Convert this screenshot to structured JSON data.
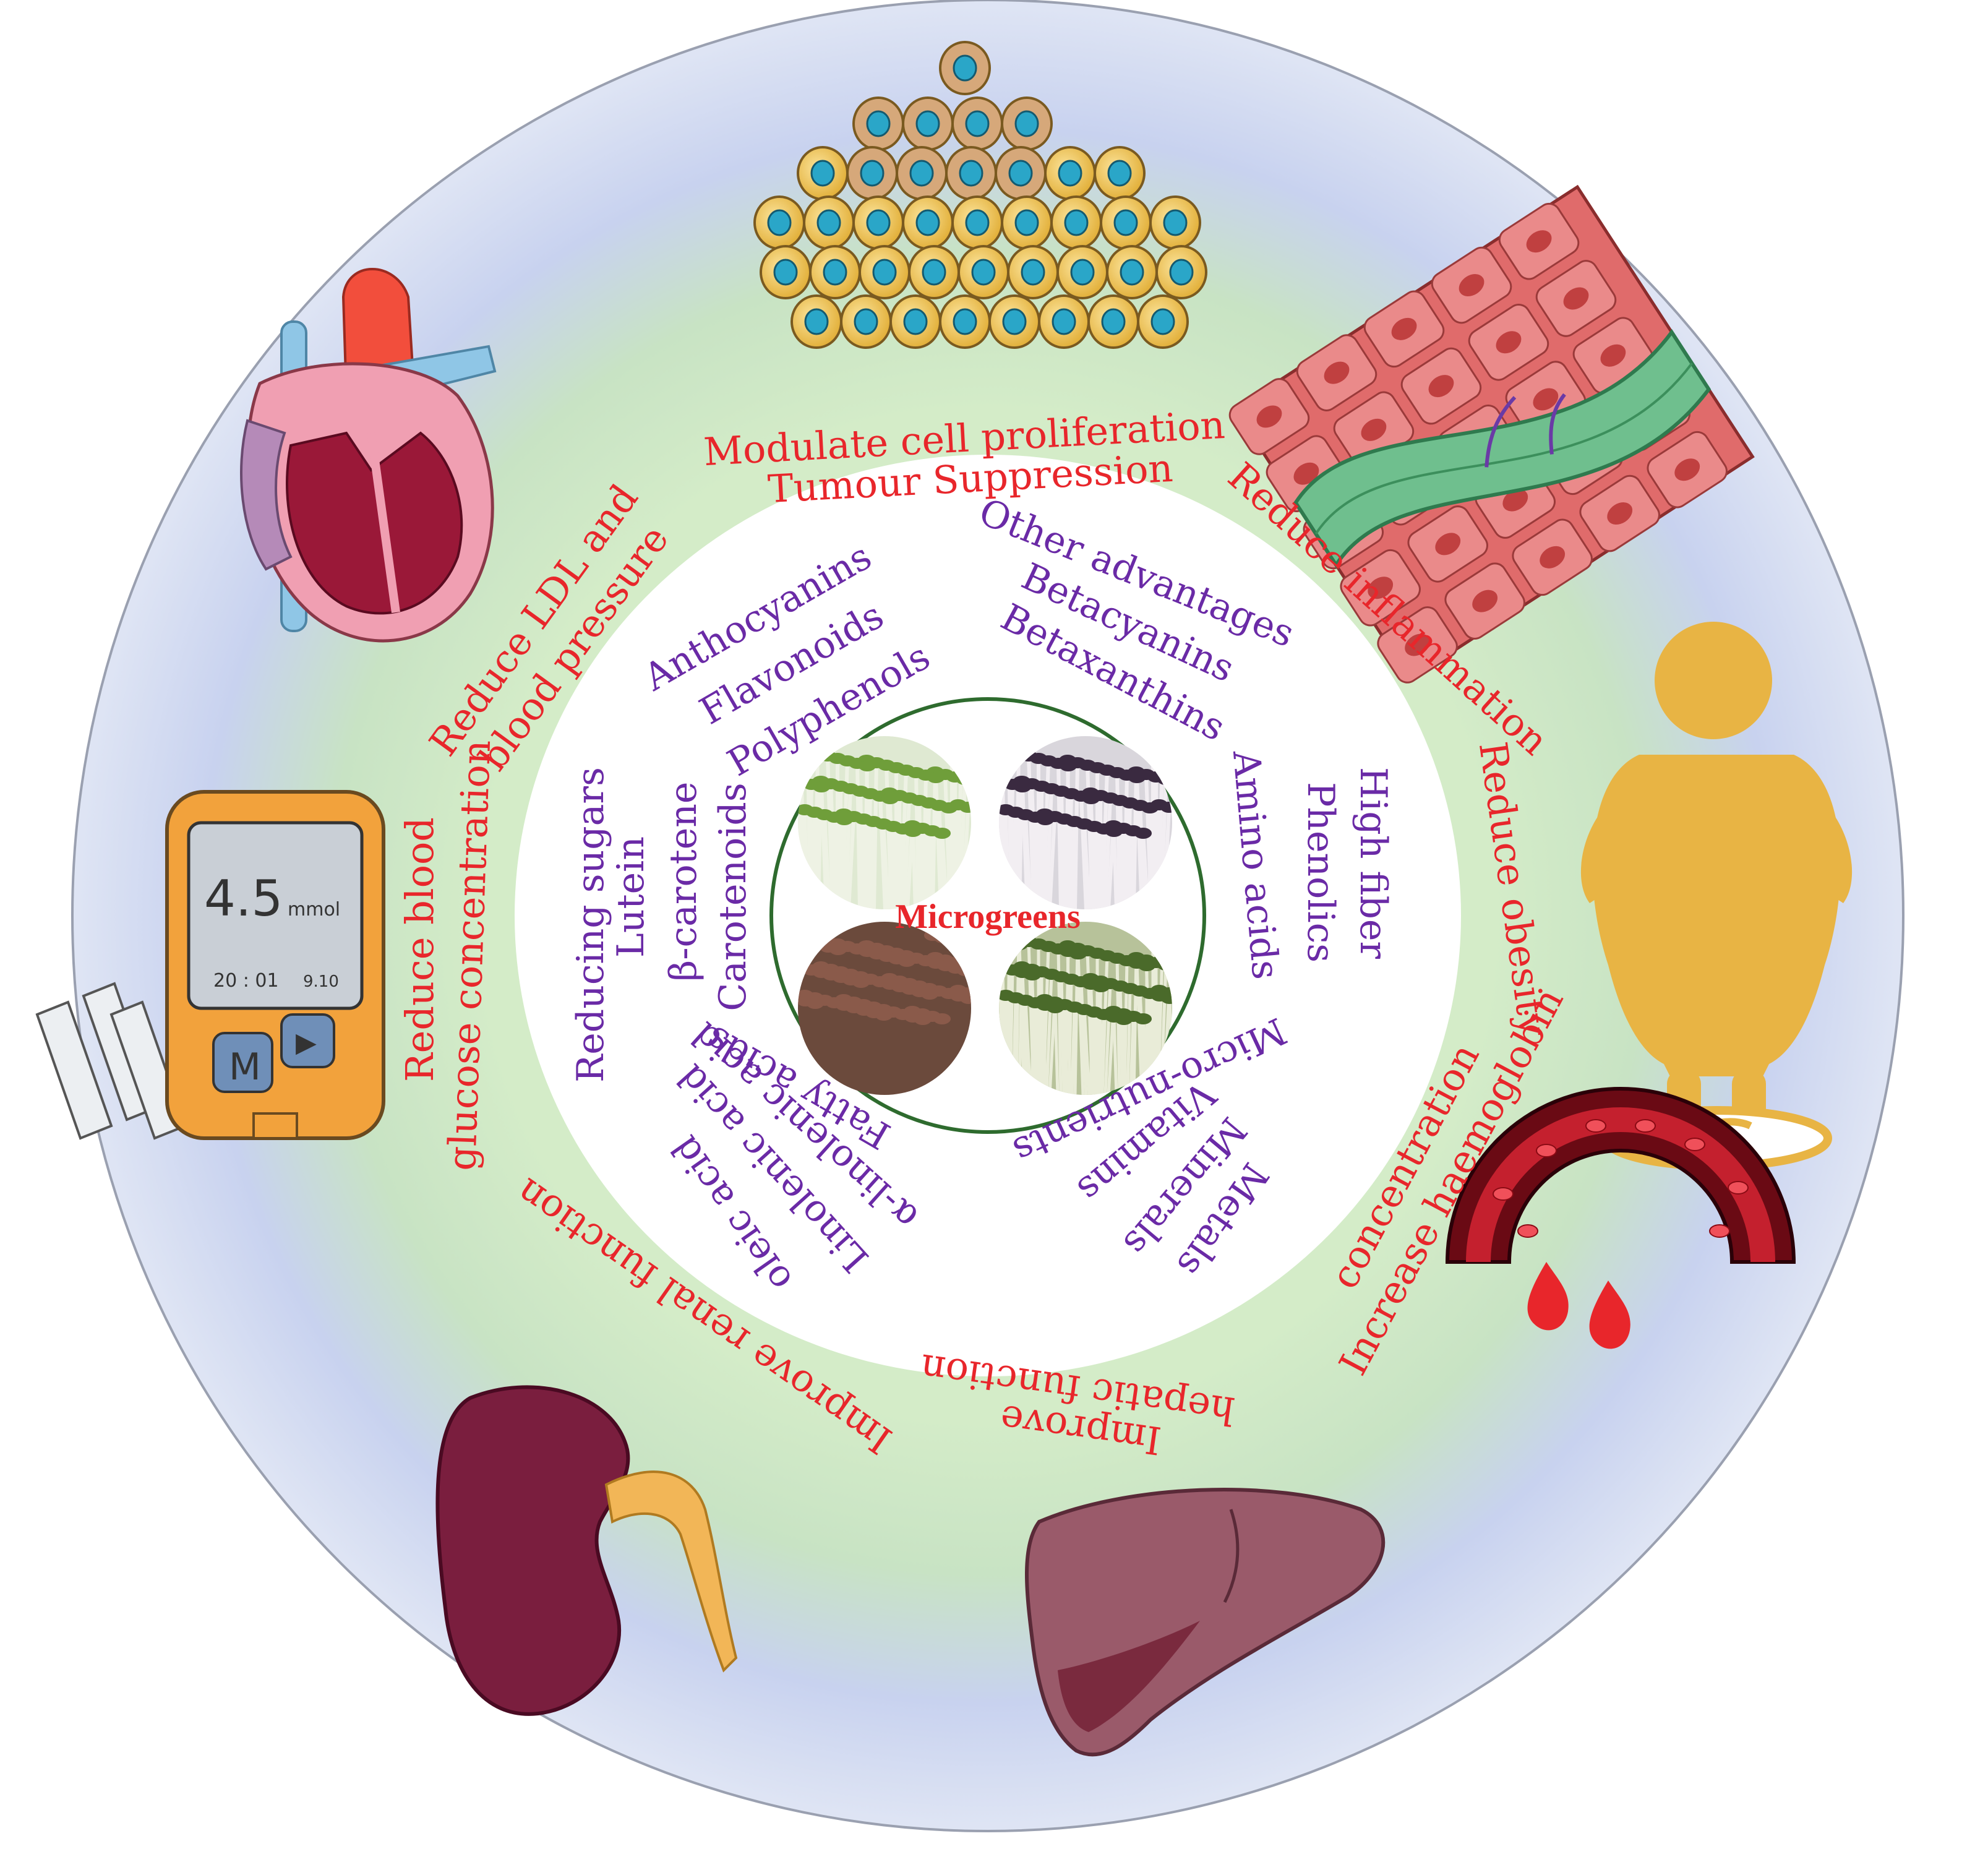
{
  "center": {
    "title": "Microgreens"
  },
  "benefits": [
    {
      "id": "b1",
      "lines": [
        "Modulate cell proliferation",
        "Tumour Suppression"
      ]
    },
    {
      "id": "b2",
      "lines": [
        "Reduce inflammation"
      ]
    },
    {
      "id": "b3",
      "lines": [
        "Reduce obesity"
      ]
    },
    {
      "id": "b4",
      "lines": [
        "Increase haemoglobin",
        "concentration"
      ]
    },
    {
      "id": "b5",
      "lines": [
        "Improve",
        "hepatic function"
      ]
    },
    {
      "id": "b6",
      "lines": [
        "Improve renal function"
      ]
    },
    {
      "id": "b7",
      "lines": [
        "Reduce blood",
        "glucose concentration"
      ]
    },
    {
      "id": "b8",
      "lines": [
        "Reduce LDL and",
        "blood pressure"
      ]
    }
  ],
  "nutrients": {
    "top_left": [
      "Anthocyanins",
      "Flavonoids",
      "Polyphenols"
    ],
    "top_right": [
      "Other advantages",
      "Betacyanins",
      "Betaxanthins"
    ],
    "left": [
      "Reducing sugars",
      "Lutein",
      "β-carotene",
      "Carotenoids"
    ],
    "right": [
      "High fiber",
      "Phenolics",
      "Amino acids"
    ],
    "bottom_left": [
      "oleic acid",
      "Linolenic acid",
      "α-linolenic acid",
      "Fatty acids"
    ],
    "bottom_right": [
      "Metals",
      "Minerals",
      "Vitamins",
      "Micro-nutrients"
    ]
  },
  "meter": {
    "reading": "4.5",
    "unit": "mmol",
    "time": "20 : 01",
    "date": "9.10",
    "button": "M",
    "play": "▶"
  },
  "colors": {
    "benefit_text": "#e8262b",
    "nutrient_text": "#6a2aa6",
    "outer_ring": "#c9d3ee",
    "inner_ring": "#cfe8c2",
    "center_border": "#2e6b2e"
  },
  "icons": [
    "heart-icon",
    "cell-cluster-icon",
    "inflamed-tissue-icon",
    "obese-person-icon",
    "blood-vessel-icon",
    "liver-icon",
    "kidney-icon",
    "glucose-meter-icon",
    "microgreens-photo"
  ]
}
